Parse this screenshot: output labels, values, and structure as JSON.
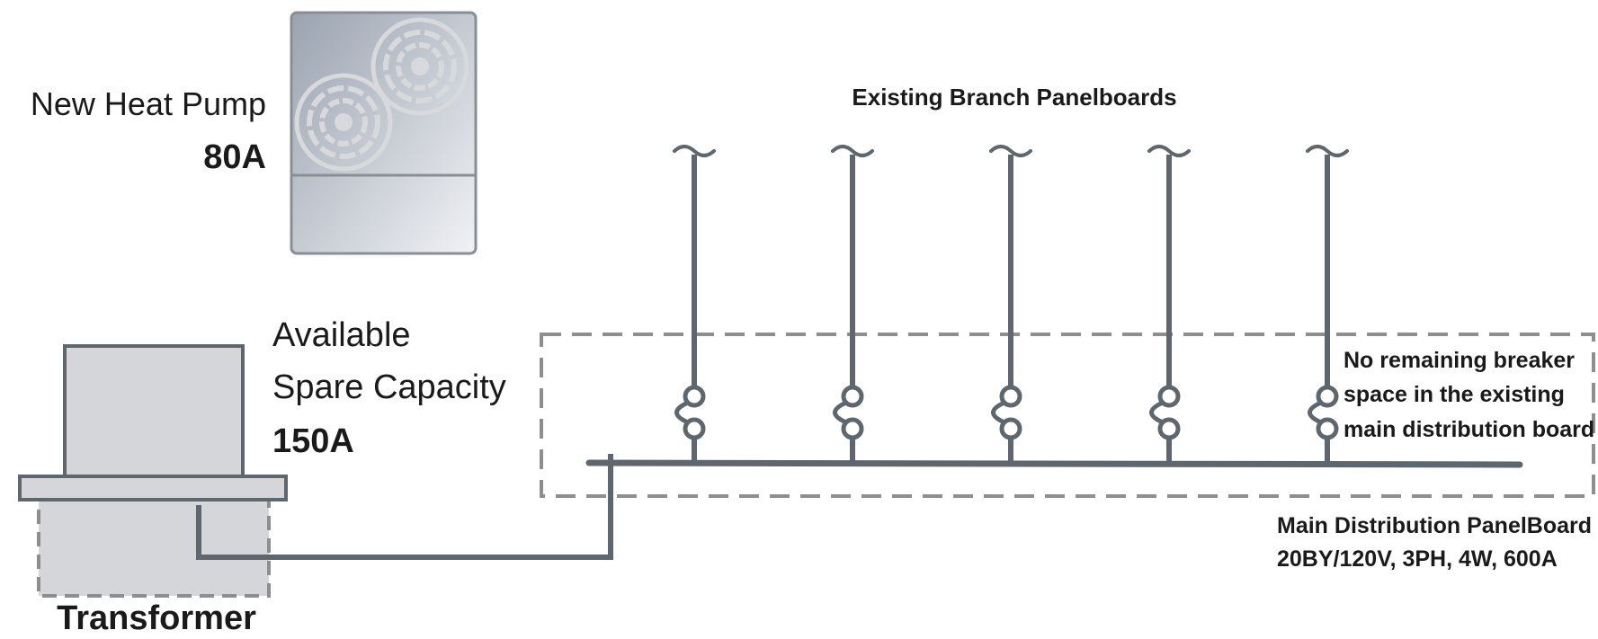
{
  "heat_pump": {
    "title": "New Heat Pump",
    "amps": "80A"
  },
  "transformer": {
    "capacity_line1": "Available",
    "capacity_line2": "Spare Capacity",
    "capacity_amps": "150A",
    "name": "Transformer"
  },
  "branch_panels": {
    "title": "Existing Branch Panelboards",
    "count": 5
  },
  "note": {
    "line1": "No remaining breaker",
    "line2": "space in the existing",
    "line3": "main distribution board"
  },
  "main_panel": {
    "name": "Main Distribution PanelBoard",
    "rating": "20BY/120V, 3PH, 4W, 600A"
  },
  "colors": {
    "conductor": "#5e676d",
    "equipment_fill": "#d4d6d9",
    "dashed_border": "#8e8e8e",
    "text": "#1a1a1a"
  }
}
